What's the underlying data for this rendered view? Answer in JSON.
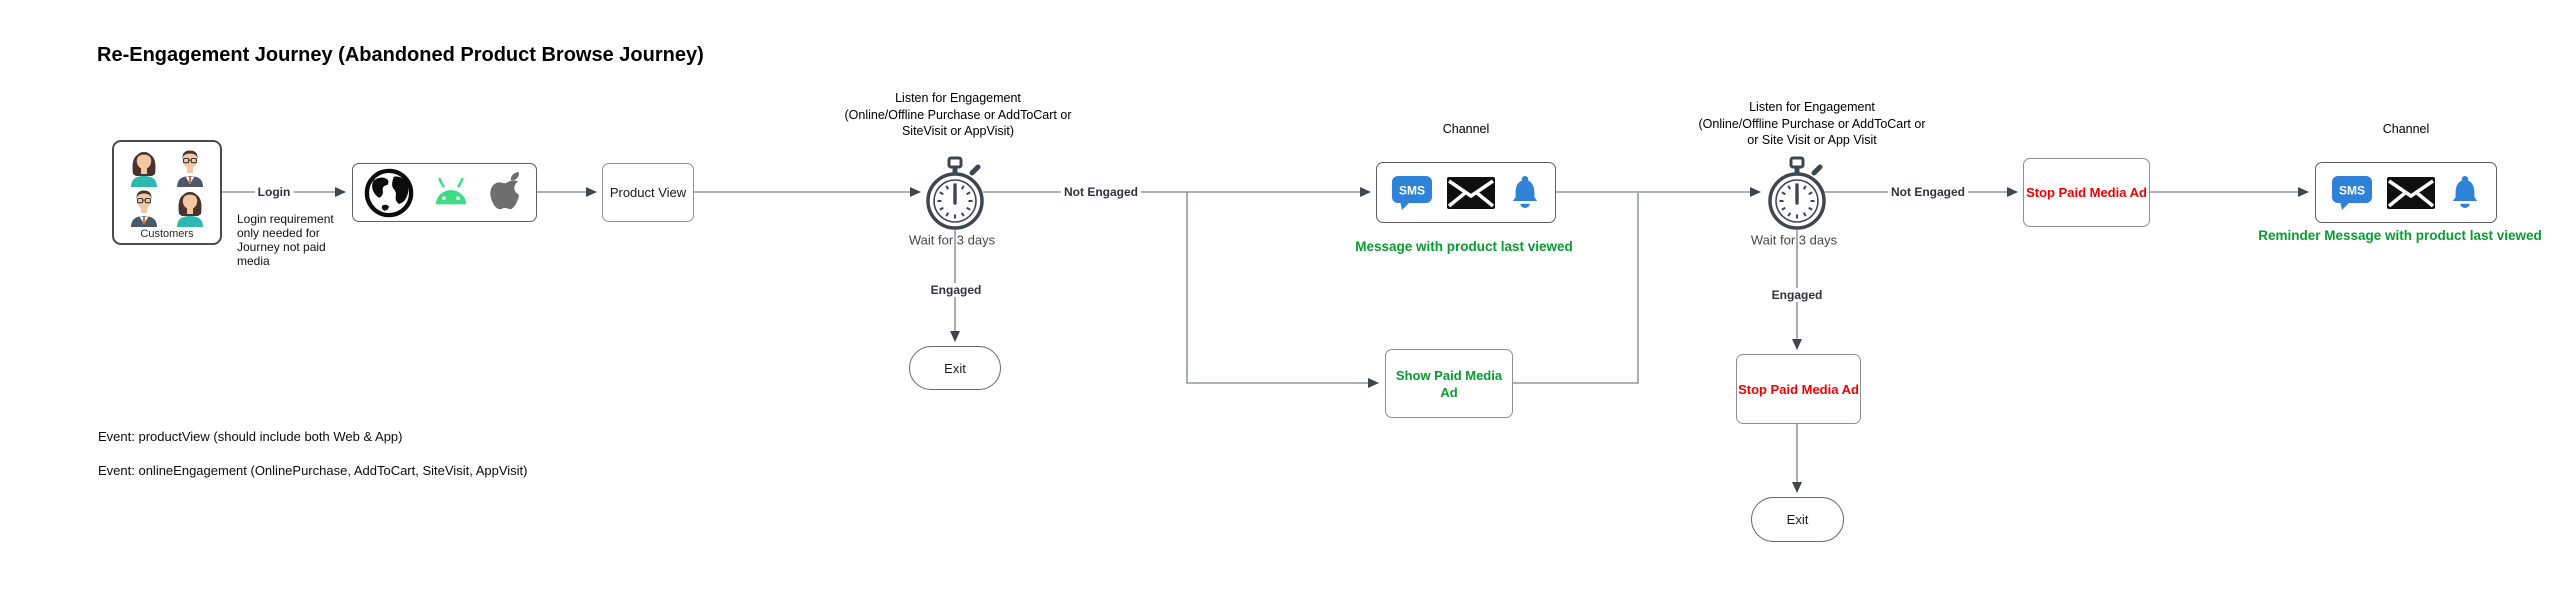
{
  "title": "Re-Engagement Journey (Abandoned Product Browse Journey)",
  "journey": {
    "customers_label": "Customers",
    "login_label": "Login",
    "login_note": "Login requirement\nonly needed for\nJourney not paid\nmedia",
    "product_view_label": "Product View",
    "wait1_listen": "Listen for Engagement\n(Online/Offline Purchase or AddToCart or\nSiteVisit or AppVisit)",
    "wait1_label": "Wait for 3 days",
    "engaged1_label": "Engaged",
    "not_engaged1_label": "Not Engaged",
    "exit1_label": "Exit",
    "channel1_title": "Channel",
    "channel1_caption": "Message with product last viewed",
    "show_ad_label": "Show Paid Media\nAd",
    "wait2_listen": "Listen for Engagement\n(Online/Offline Purchase or AddToCart or\nor Site Visit or App Visit",
    "wait2_label": "Wait for 3 days",
    "engaged2_label": "Engaged",
    "not_engaged2_label": "Not Engaged",
    "stop_ad_top_label": "Stop Paid Media Ad",
    "stop_ad_bottom_label": "Stop Paid Media Ad",
    "exit2_label": "Exit",
    "channel2_title": "Channel",
    "channel2_caption": "Reminder Message with product last viewed",
    "sms_label": "SMS"
  },
  "notes": {
    "event1": "Event: productView (should include both Web & App)",
    "event2": "Event: onlineEngagement (OnlinePurchase, AddToCart, SiteVisit, AppVisit)"
  },
  "colors": {
    "green_text": "#099c30",
    "red_text": "#f30000",
    "icon_blue": "#2e82d8",
    "android_green": "#3ddc84",
    "apple_gray": "#6e6e6e",
    "line_gray": "#7d838a",
    "arrow_dark": "#3e4650"
  }
}
